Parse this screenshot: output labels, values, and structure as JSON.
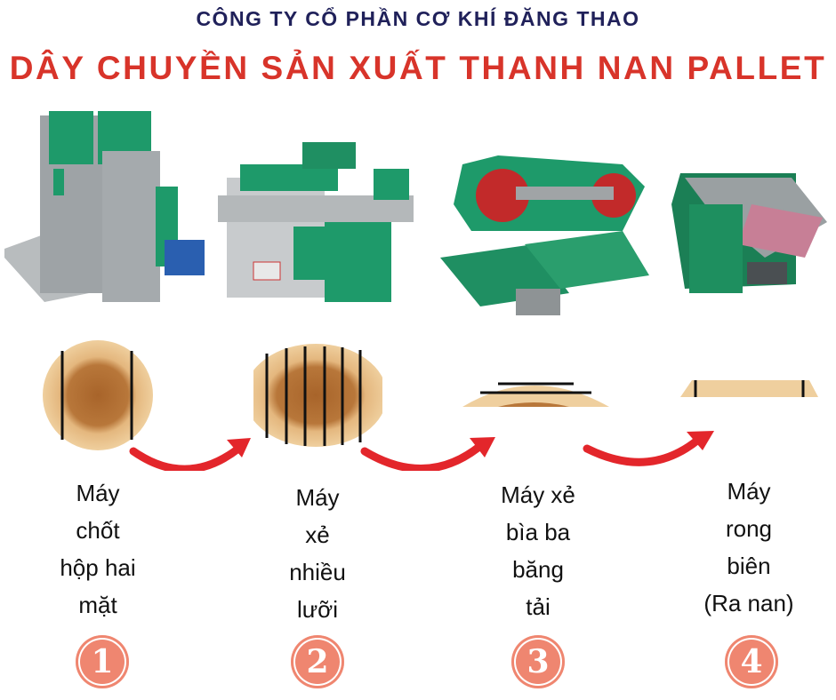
{
  "header": {
    "company": "CÔNG TY CỔ PHẦN CƠ KHÍ ĐĂNG THAO",
    "title": "DÂY CHUYỀN SẢN XUẤT THANH NAN PALLET"
  },
  "colors": {
    "navy": "#20215a",
    "red": "#d8342a",
    "badge": "#ef8670",
    "machine_green": "#1e9a6a",
    "arrow": "#e3262b"
  },
  "steps": [
    {
      "number": "1",
      "lines": [
        "Máy",
        "chốt",
        "hộp hai",
        "mặt"
      ]
    },
    {
      "number": "2",
      "lines": [
        "Máy",
        "xẻ",
        "nhiều",
        "lưỡi"
      ]
    },
    {
      "number": "3",
      "lines": [
        "Máy xẻ",
        "bìa ba",
        "băng",
        "tải"
      ]
    },
    {
      "number": "4",
      "lines": [
        "Máy",
        "rong",
        "biên",
        "(Ra nan)"
      ]
    }
  ]
}
